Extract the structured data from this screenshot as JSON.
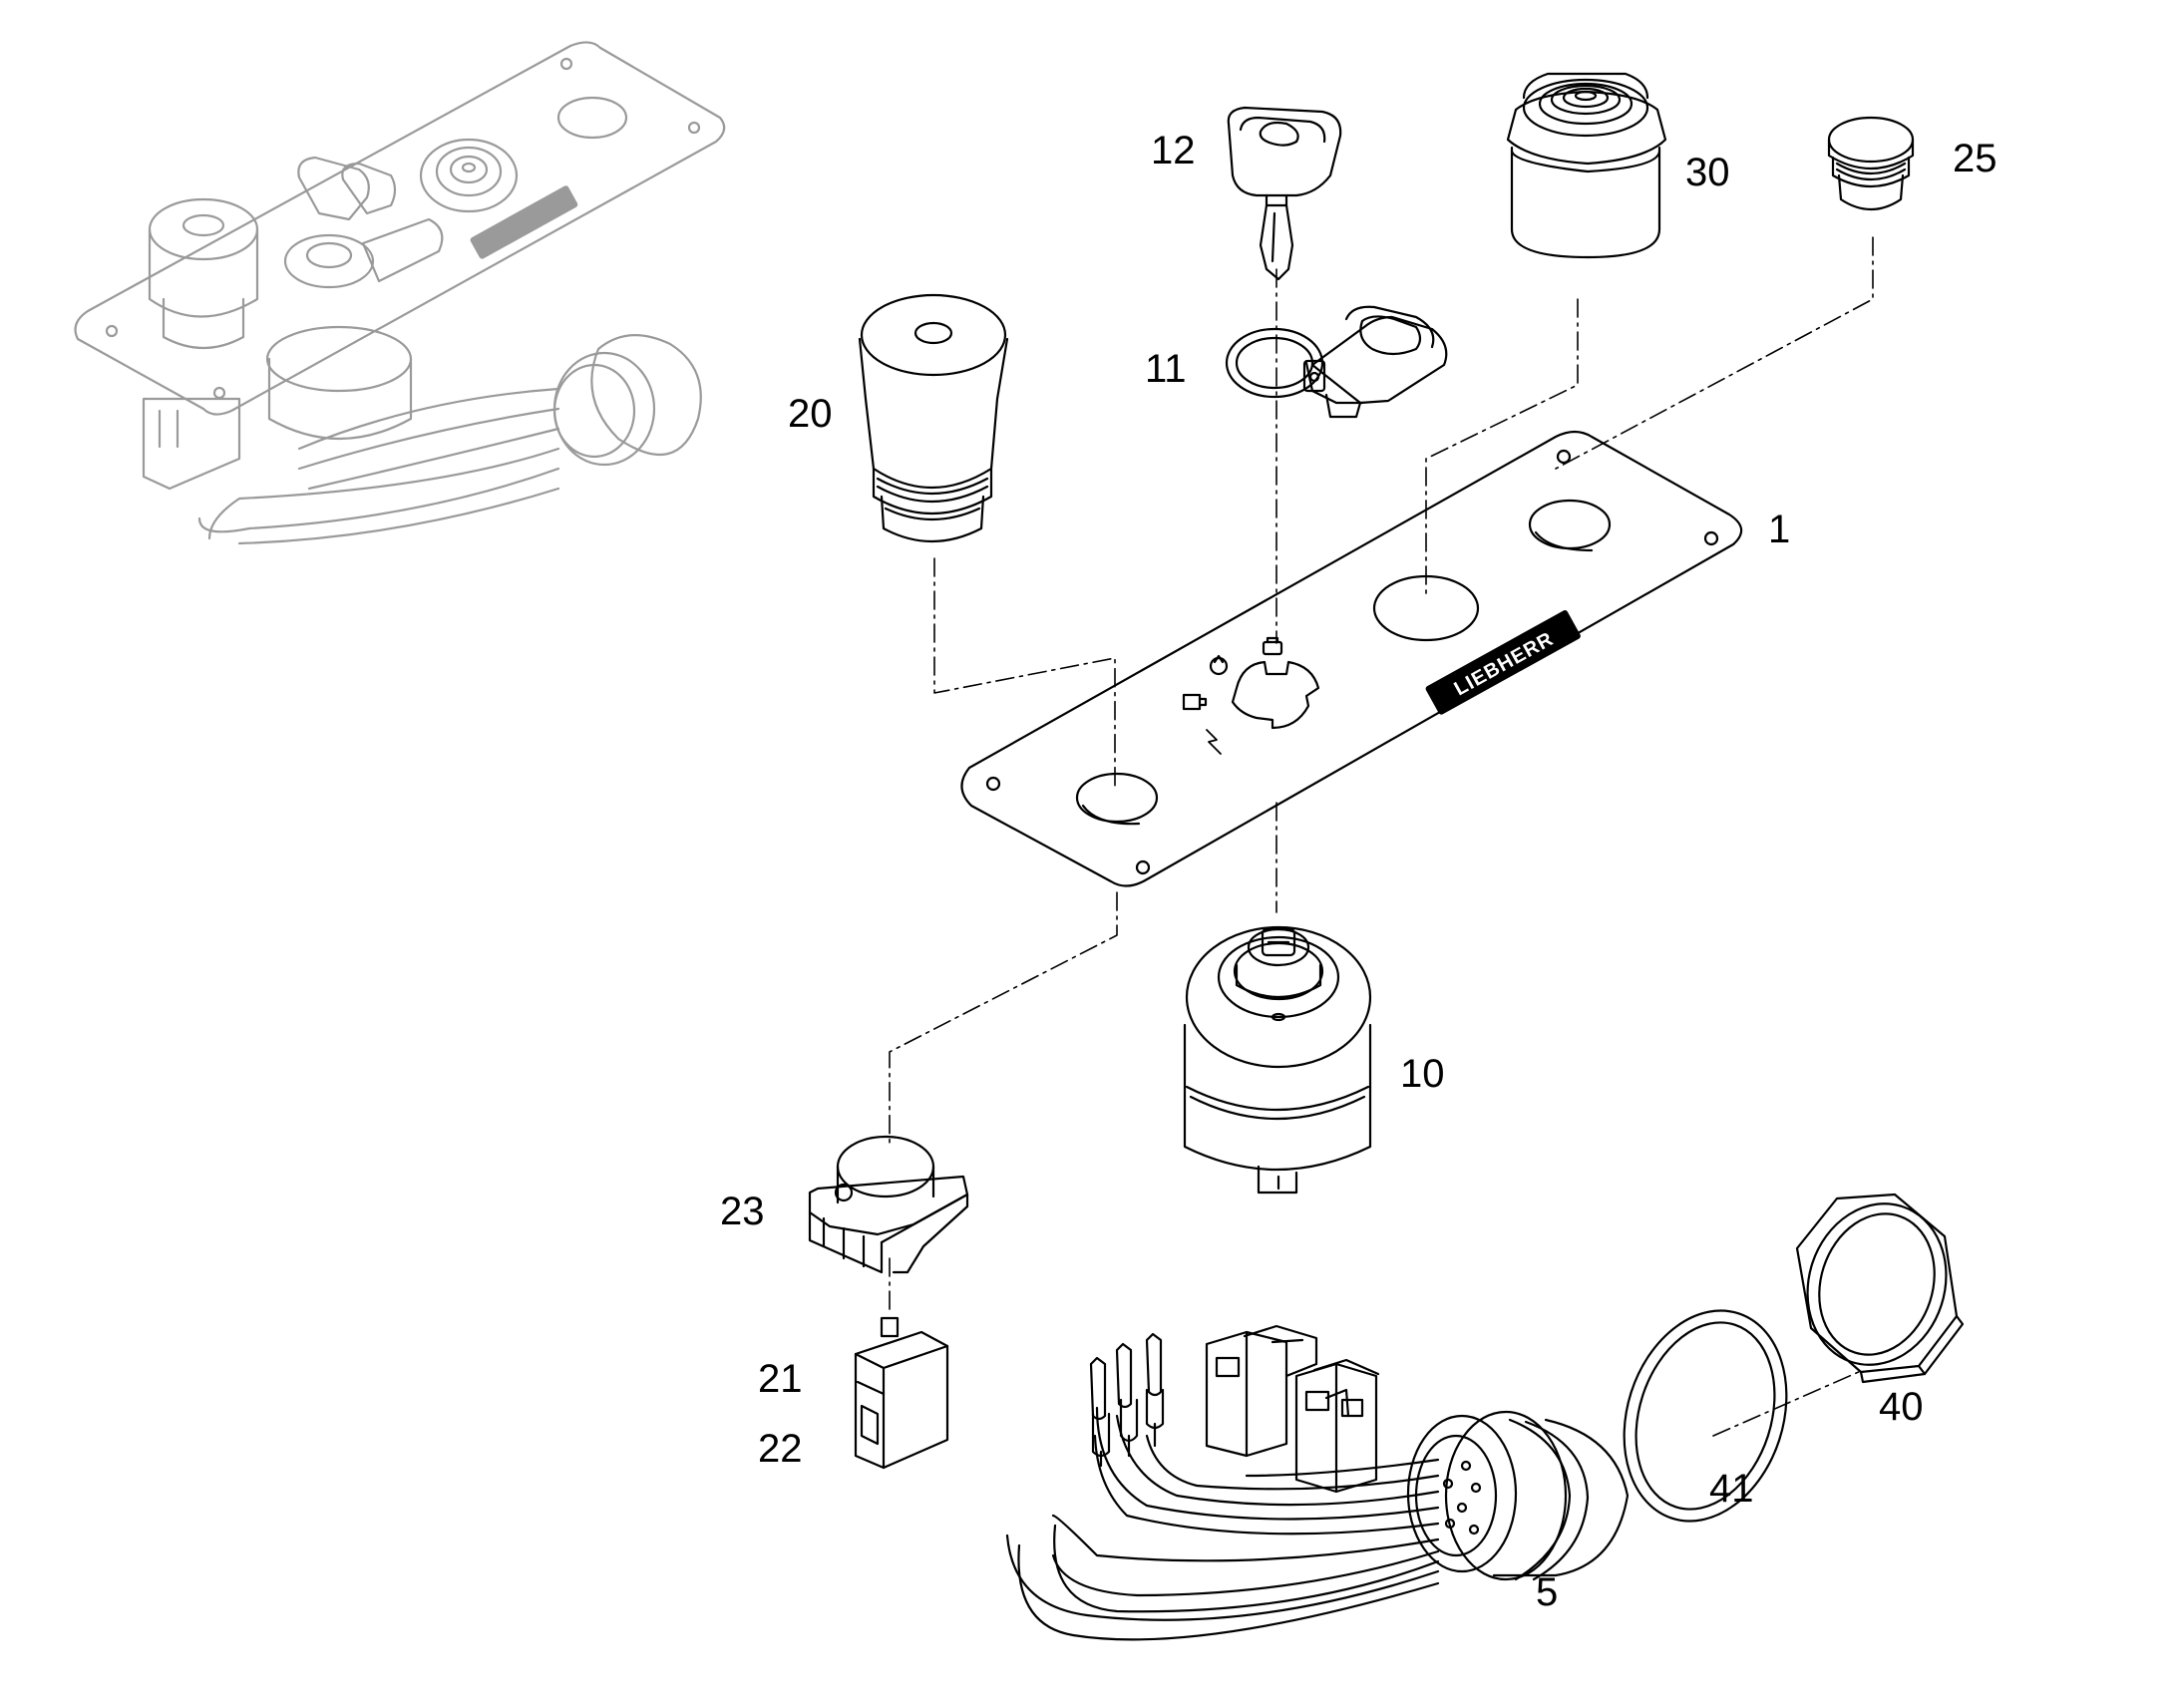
{
  "brand_text": "LIEBHERR",
  "callouts": [
    {
      "id": "1",
      "text": "1"
    },
    {
      "id": "5",
      "text": "5"
    },
    {
      "id": "10",
      "text": "10"
    },
    {
      "id": "11",
      "text": "11"
    },
    {
      "id": "12",
      "text": "12"
    },
    {
      "id": "20",
      "text": "20"
    },
    {
      "id": "21",
      "text": "21"
    },
    {
      "id": "22",
      "text": "22"
    },
    {
      "id": "23",
      "text": "23"
    },
    {
      "id": "25",
      "text": "25"
    },
    {
      "id": "30",
      "text": "30"
    },
    {
      "id": "40",
      "text": "40"
    },
    {
      "id": "41",
      "text": "41"
    }
  ]
}
